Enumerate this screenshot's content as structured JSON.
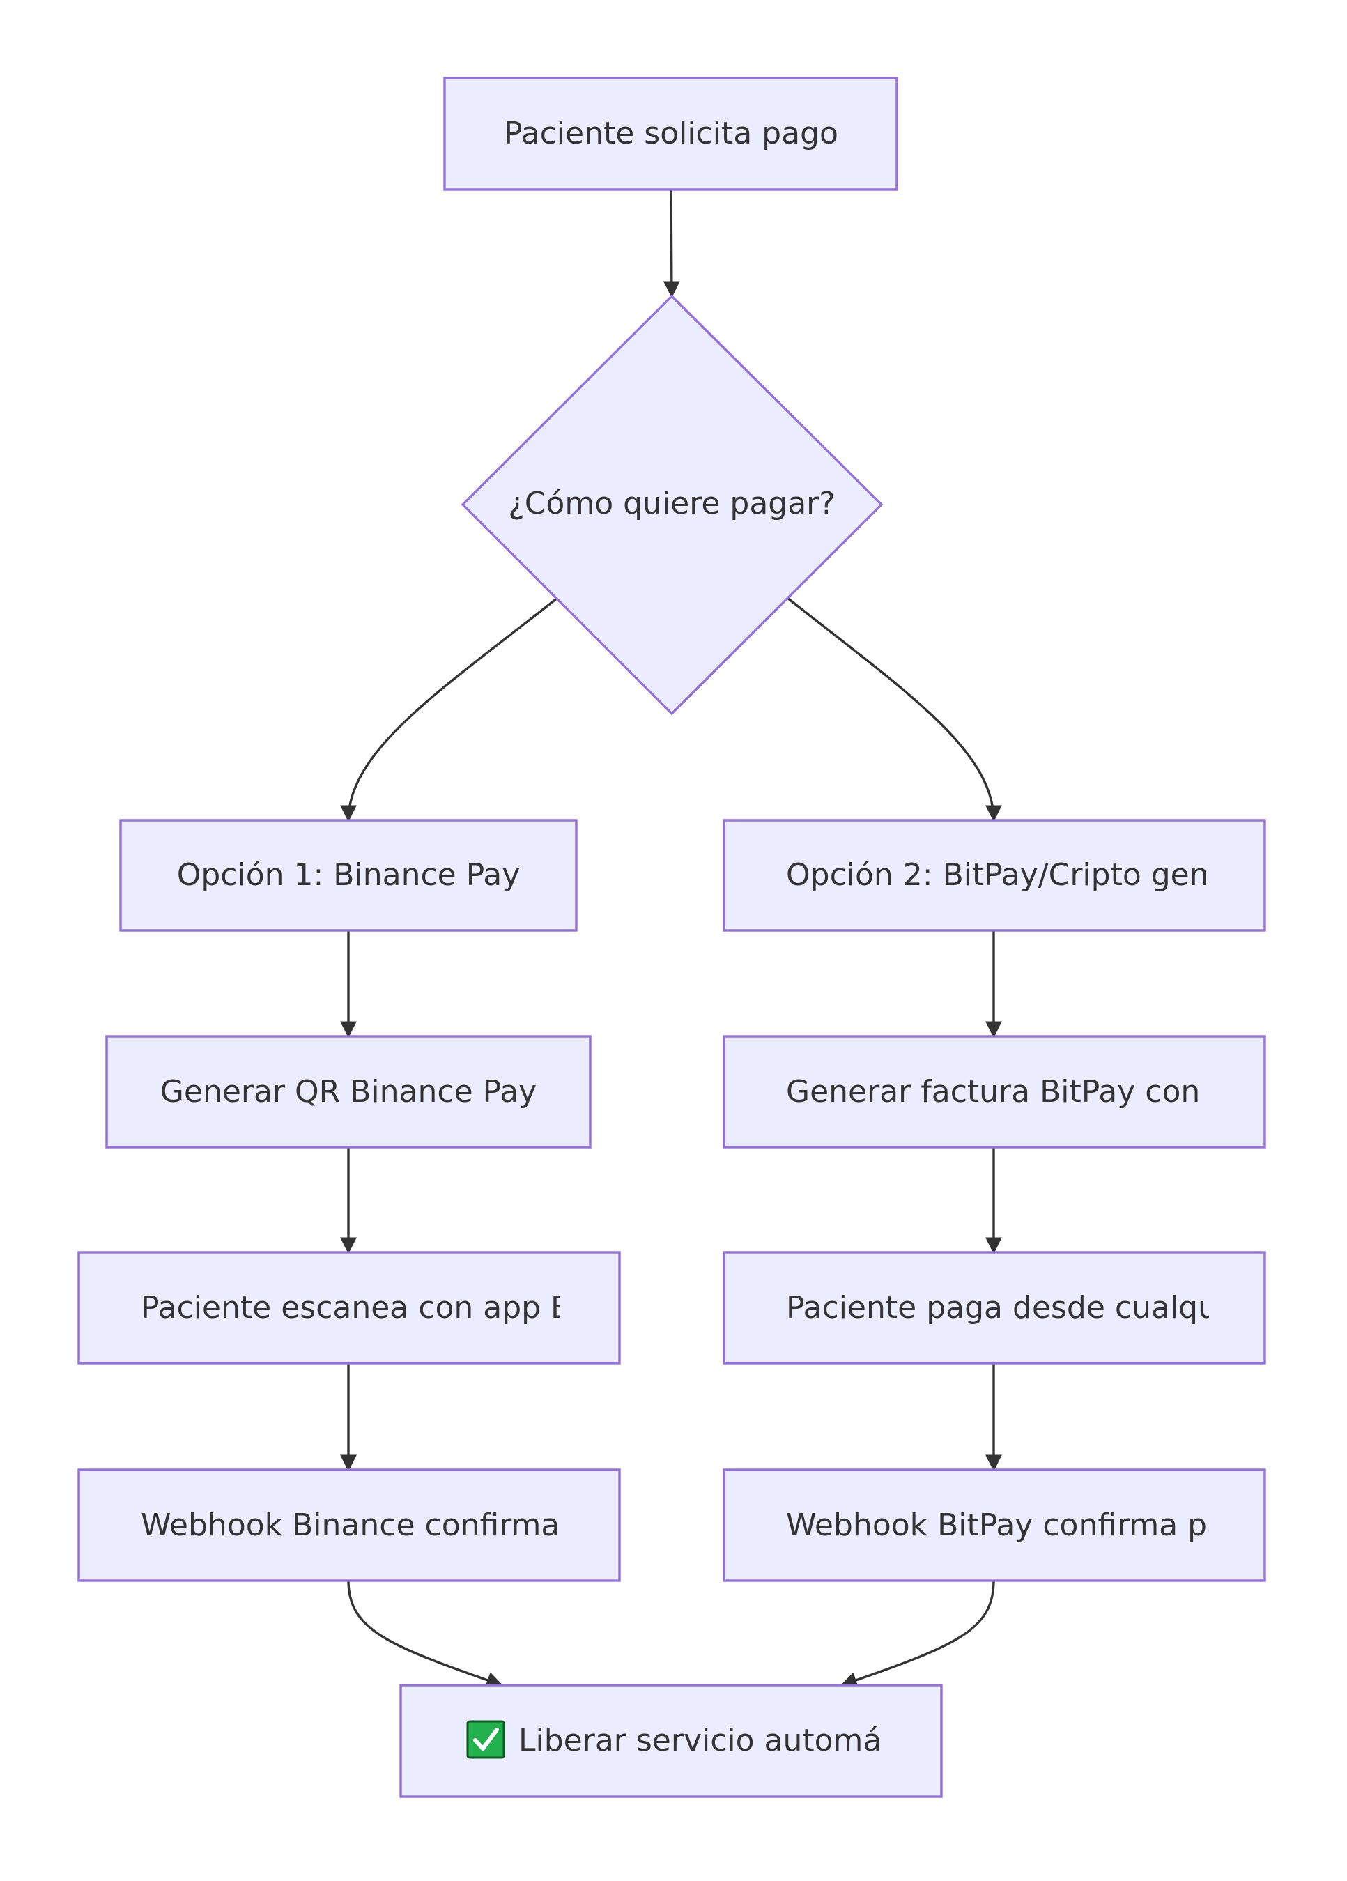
{
  "colors": {
    "node_fill": "#ececff",
    "node_stroke": "#9370db",
    "edge": "#333333",
    "text": "#333333",
    "check_badge": "#22b14c"
  },
  "nodes": {
    "start": {
      "label": "Paciente solicita pago"
    },
    "decision": {
      "label": "¿Cómo quiere pagar?"
    },
    "binance_option": {
      "label": "Opción 1: Binance Pay"
    },
    "bitpay_option": {
      "label": "Opción 2: BitPay/Cripto gen"
    },
    "binance_qr": {
      "label": "Generar QR Binance Pay"
    },
    "bitpay_invoice": {
      "label": "Generar factura BitPay con"
    },
    "binance_scan": {
      "label": "Paciente escanea con app B"
    },
    "bitpay_pay": {
      "label": "Paciente paga desde cualqu"
    },
    "binance_webhook": {
      "label": "Webhook Binance confirma"
    },
    "bitpay_webhook": {
      "label": "Webhook BitPay confirma pa"
    },
    "release": {
      "label": "Liberar servicio automát",
      "icon": "check-mark-icon"
    }
  }
}
